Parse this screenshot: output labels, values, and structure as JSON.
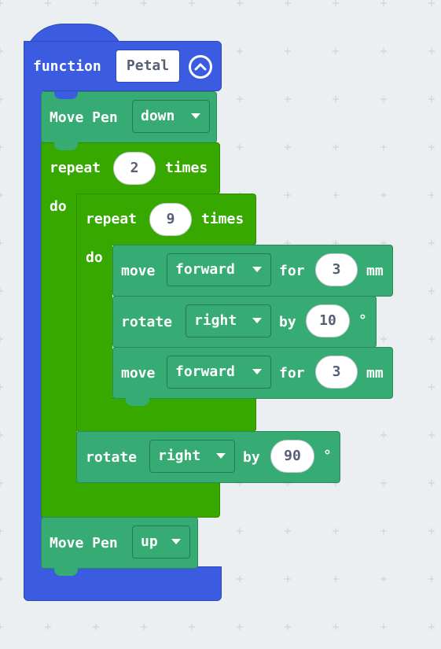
{
  "function_block": {
    "keyword": "function",
    "name": "Petal",
    "collapse_icon": "chevron-up-circle-icon"
  },
  "pen_down": {
    "label": "Move Pen",
    "value": "down"
  },
  "repeat_outer": {
    "keyword": "repeat",
    "count": "2",
    "suffix": "times",
    "do": "do"
  },
  "repeat_inner": {
    "keyword": "repeat",
    "count": "9",
    "suffix": "times",
    "do": "do"
  },
  "move_1": {
    "keyword": "move",
    "direction": "forward",
    "for": "for",
    "amount": "3",
    "unit": "mm"
  },
  "rotate_1": {
    "keyword": "rotate",
    "direction": "right",
    "by": "by",
    "amount": "10",
    "unit": "°"
  },
  "move_2": {
    "keyword": "move",
    "direction": "forward",
    "for": "for",
    "amount": "3",
    "unit": "mm"
  },
  "rotate_2": {
    "keyword": "rotate",
    "direction": "right",
    "by": "by",
    "amount": "90",
    "unit": "°"
  },
  "pen_up": {
    "label": "Move Pen",
    "value": "up"
  },
  "colors": {
    "function": "#3b5ce0",
    "loops": "#36a800",
    "turtle": "#36ab73",
    "workspace": "#eceff1",
    "grid_mark": "#d0d4d8"
  }
}
